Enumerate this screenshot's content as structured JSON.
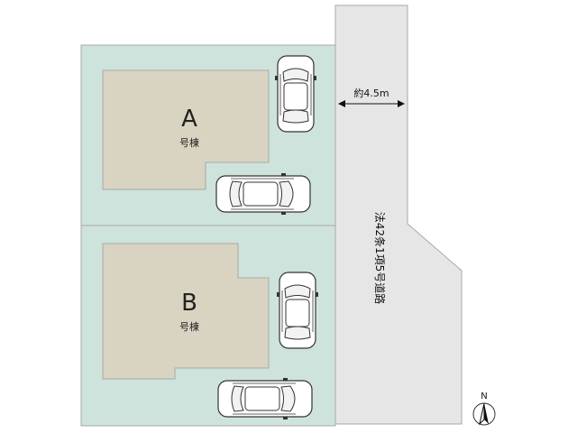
{
  "lot_a": {
    "letter": "A",
    "suffix": "号棟"
  },
  "lot_b": {
    "letter": "B",
    "suffix": "号棟"
  },
  "road": {
    "label": "法42条1項5号道路",
    "width_label": "約4.5m"
  },
  "compass": {
    "label": "N"
  },
  "colors": {
    "lot": "#cfe3dd",
    "building": "#d9d4c2",
    "road": "#e6e6e6",
    "line": "#a8a8a8"
  }
}
